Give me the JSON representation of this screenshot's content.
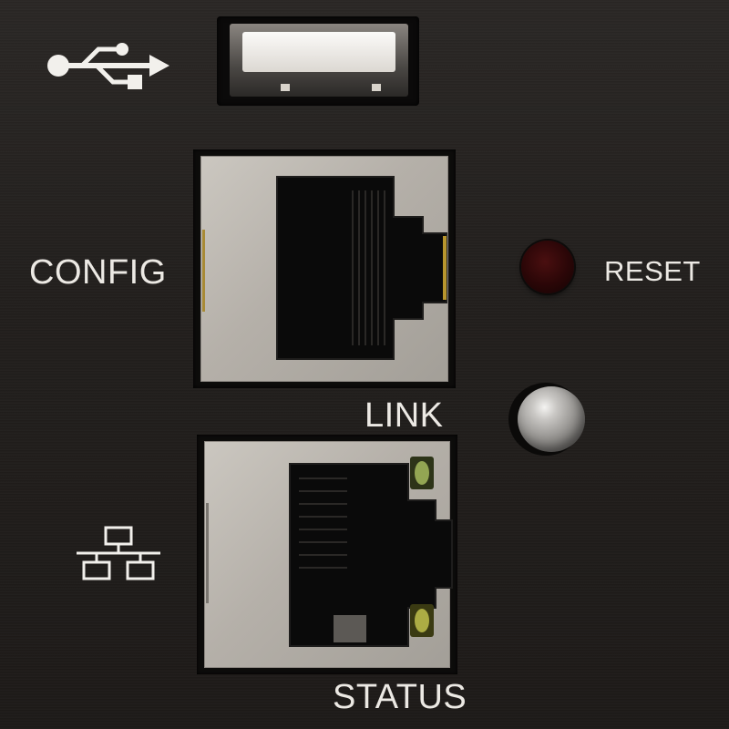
{
  "labels": {
    "config": "CONFIG",
    "reset": "RESET",
    "link": "LINK",
    "status": "STATUS"
  },
  "icons": {
    "usb": "usb-icon",
    "network": "network-icon"
  },
  "colors": {
    "panel": "#221f1d",
    "label_text": "#ece9e4",
    "port_plate": "#bdb8b1",
    "reset_button": "#3a0a0b",
    "status_led": "#9fb35a"
  }
}
